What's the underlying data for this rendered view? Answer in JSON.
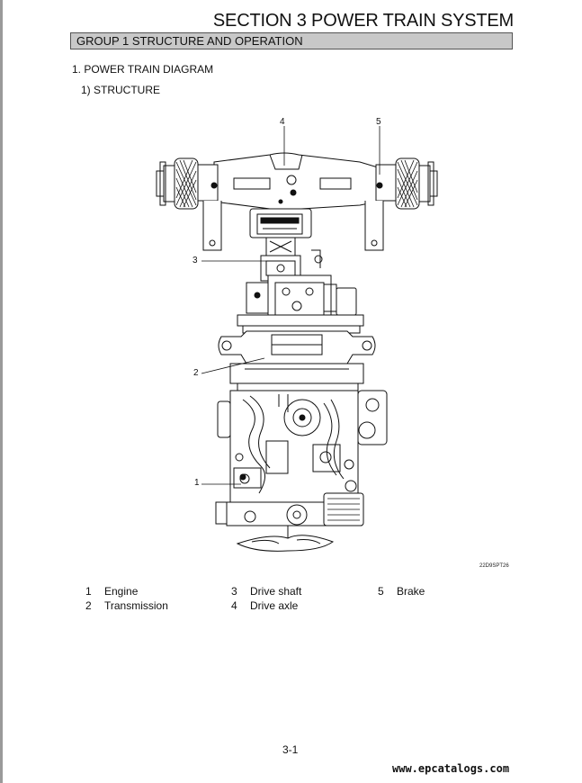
{
  "header": {
    "section_title": "SECTION  3  POWER TRAIN SYSTEM",
    "group_title": "GROUP  1  STRUCTURE AND OPERATION"
  },
  "content": {
    "heading": "1. POWER TRAIN DIAGRAM",
    "subheading": "1) STRUCTURE"
  },
  "figure": {
    "callouts": [
      "1",
      "2",
      "3",
      "4",
      "5"
    ],
    "figure_code": "22D9SPT26"
  },
  "legend": [
    {
      "number": "1",
      "label": "Engine"
    },
    {
      "number": "2",
      "label": "Transmission"
    },
    {
      "number": "3",
      "label": "Drive shaft"
    },
    {
      "number": "4",
      "label": "Drive axle"
    },
    {
      "number": "5",
      "label": "Brake"
    }
  ],
  "footer": {
    "page_number": "3-1",
    "watermark": "www.epcatalogs.com"
  }
}
